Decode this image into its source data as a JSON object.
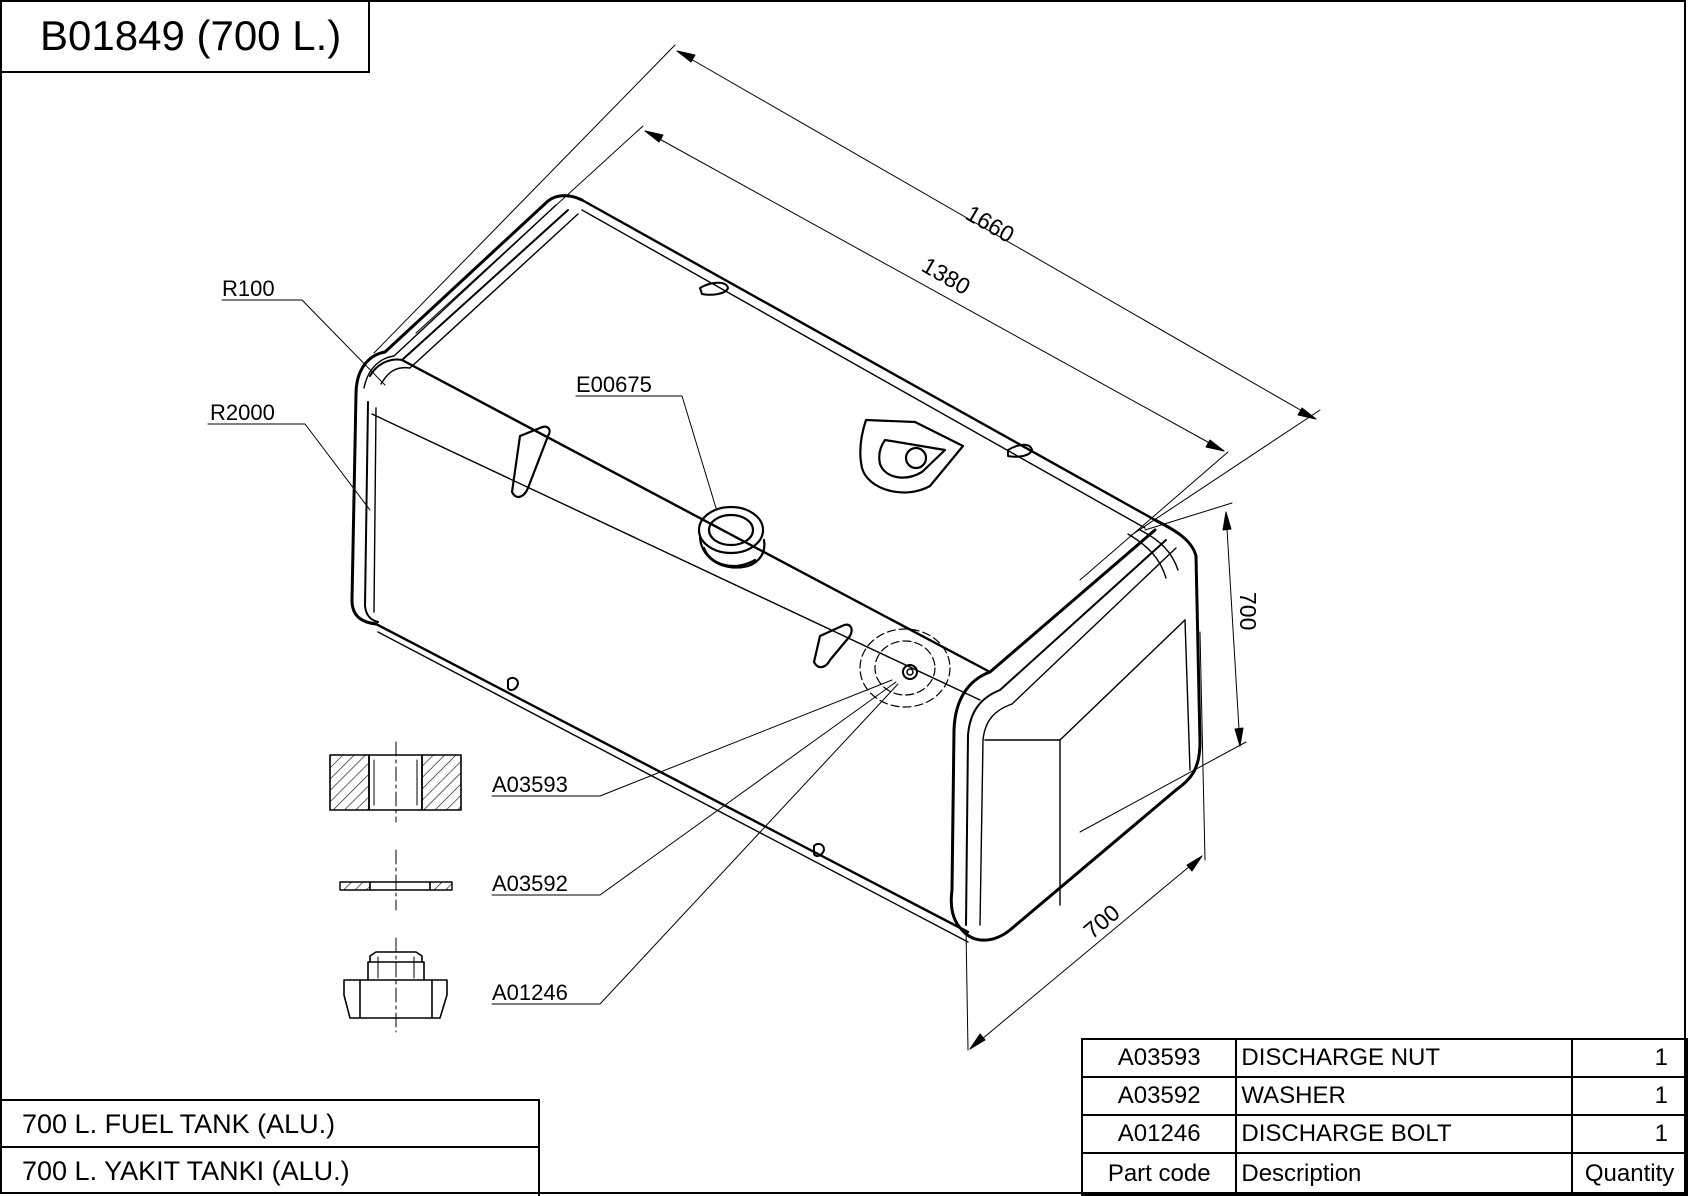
{
  "drawing": {
    "title": "B01849 (700 L.)",
    "dimensions": {
      "overall_length": "1660",
      "body_length": "1380",
      "height": "700",
      "width": "700"
    },
    "callouts": {
      "edge_radius": "R100",
      "side_radius": "R2000",
      "filler_neck": "E00675",
      "nut": "A03593",
      "washer": "A03592",
      "bolt": "A01246"
    }
  },
  "name_block": {
    "line_en": "700 L. FUEL TANK (ALU.)",
    "line_tr": "700 L. YAKIT TANKI (ALU.)"
  },
  "parts_table": {
    "rows": [
      {
        "code": "A03593",
        "description": "DISCHARGE NUT",
        "qty": "1"
      },
      {
        "code": "A03592",
        "description": "WASHER",
        "qty": "1"
      },
      {
        "code": "A01246",
        "description": "DISCHARGE BOLT",
        "qty": "1"
      }
    ],
    "header": {
      "code": "Part code",
      "description": "Description",
      "qty": "Quantity"
    }
  }
}
